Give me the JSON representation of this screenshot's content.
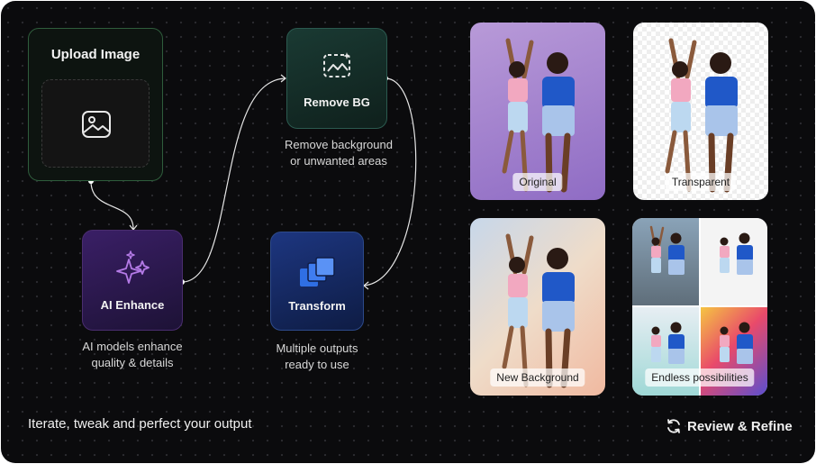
{
  "upload": {
    "title": "Upload Image",
    "icon": "image-icon"
  },
  "remove_bg": {
    "label": "Remove BG",
    "icon": "remove-background-icon",
    "caption_line1": "Remove background",
    "caption_line2": "or unwanted areas"
  },
  "ai_enhance": {
    "label": "AI Enhance",
    "icon": "sparkles-icon",
    "caption_line1": "AI models enhance",
    "caption_line2": "quality & details"
  },
  "transform": {
    "label": "Transform",
    "icon": "layers-icon",
    "caption_line1": "Multiple outputs",
    "caption_line2": "ready to use"
  },
  "results": {
    "original": "Original",
    "transparent": "Transparent",
    "new_background": "New Background",
    "endless": "Endless possibilities"
  },
  "footer": {
    "left_text": "Iterate, tweak and perfect your output",
    "right_text": "Review & Refine",
    "right_icon": "refresh-icon"
  },
  "colors": {
    "canvas": "#0b0b0d",
    "upload_border": "#2f5d3c",
    "remove_bg_card": "#1a3a33",
    "enhance_card": "#3a1f66",
    "transform_card": "#1d3680",
    "sparkle": "#b47ae6",
    "transform_icon": "#3f7df0"
  }
}
